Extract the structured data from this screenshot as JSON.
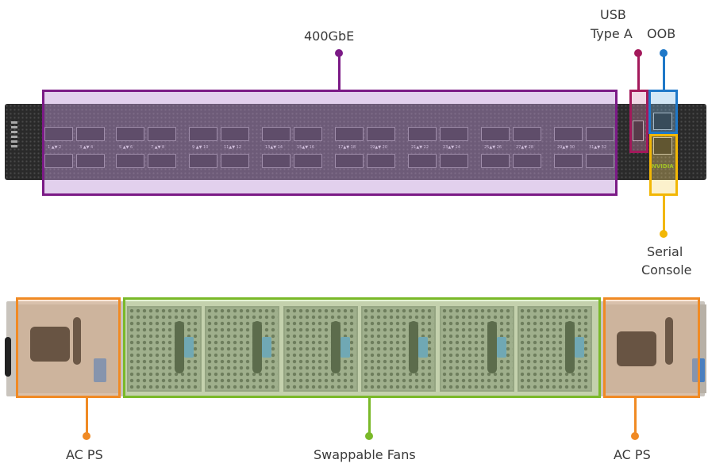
{
  "labels": {
    "ports_400": "400GbE",
    "usb_line1": "USB",
    "usb_line2": "Type A",
    "oob": "OOB",
    "serial_line1": "Serial",
    "serial_line2": "Console",
    "ac_ps_left": "AC PS",
    "fans": "Swappable Fans",
    "ac_ps_right": "AC PS"
  },
  "port_numbers": [
    "1 ▲▼ 2",
    "3 ▲▼ 4",
    "5 ▲▼ 6",
    "7 ▲▼ 8",
    "9 ▲▼ 10",
    "11▲▼ 12",
    "13▲▼ 14",
    "15▲▼ 16",
    "17▲▼ 18",
    "19▲▼ 20",
    "21▲▼ 22",
    "23▲▼ 24",
    "25▲▼ 26",
    "27▲▼ 28",
    "29▲▼ 30",
    "31▲▼ 32"
  ],
  "brand_text": "NVIDIA",
  "colors": {
    "ports_400": "#7b1a86",
    "usb": "#a3195b",
    "oob": "#1f78c8",
    "serial": "#f2b705",
    "ac_ps": "#f08a24",
    "fans": "#7ab929"
  }
}
